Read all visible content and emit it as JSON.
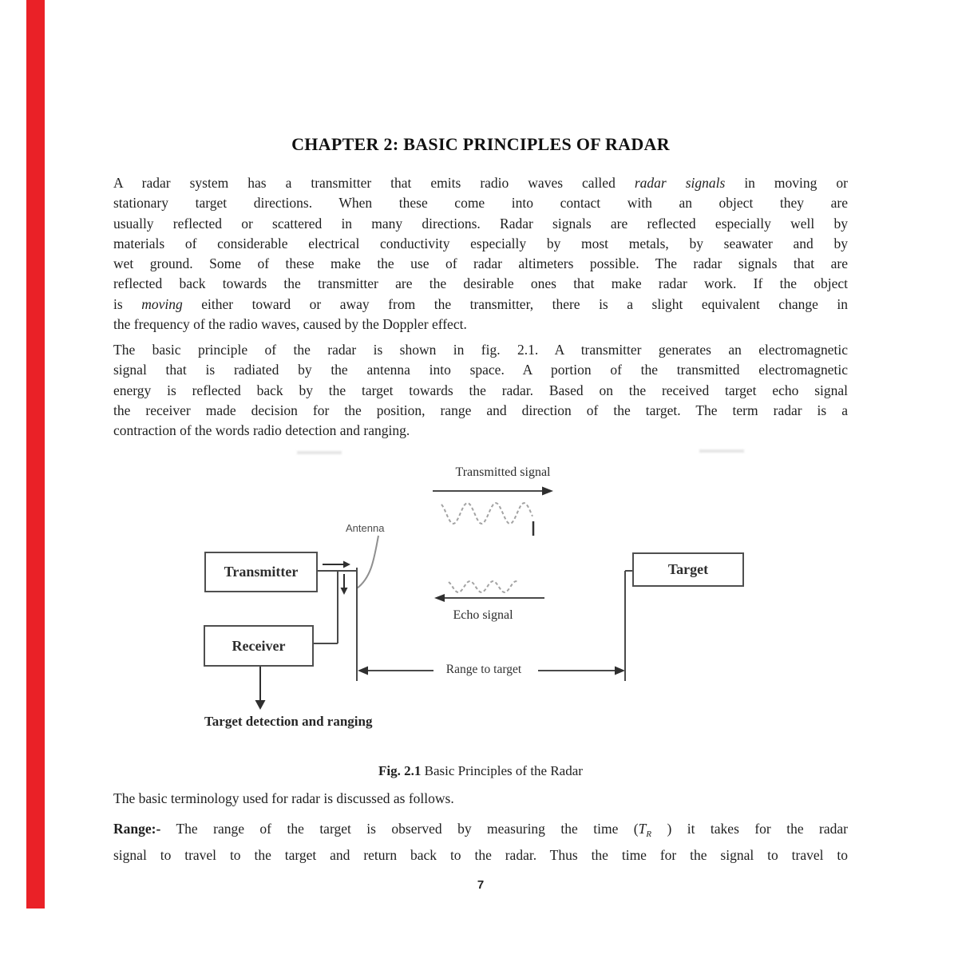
{
  "document": {
    "accent_bar_color": "#ea2127",
    "title": "CHAPTER 2: BASIC PRINCIPLES OF RADAR",
    "page_number": "7",
    "body": {
      "p1": [
        {
          "a": "j",
          "r": [
            {
              "t": "A radar system has a transmitter that emits radio waves called "
            },
            {
              "t": "radar signals",
              "s": "i"
            },
            {
              "t": " in moving or"
            }
          ]
        },
        {
          "a": "j",
          "r": [
            {
              "t": "stationary target directions. When these come into contact with an object they are"
            }
          ]
        },
        {
          "a": "j",
          "r": [
            {
              "t": "usually reflected or scattered in many directions. Radar signals are reflected especially well by"
            }
          ]
        },
        {
          "a": "j",
          "r": [
            {
              "t": "materials of considerable electrical conductivity especially by most metals, by seawater and by"
            }
          ]
        },
        {
          "a": "j",
          "r": [
            {
              "t": "wet ground. Some of these make the use of radar altimeters possible. The radar signals that are"
            }
          ]
        },
        {
          "a": "j",
          "r": [
            {
              "t": "reflected back towards the transmitter are the desirable ones that make radar work. If the object"
            }
          ]
        },
        {
          "a": "j",
          "r": [
            {
              "t": "is "
            },
            {
              "t": "moving",
              "s": "i"
            },
            {
              "t": " either toward or away from the transmitter, there is a slight equivalent change in"
            }
          ]
        },
        {
          "a": "l",
          "r": [
            {
              "t": "the frequency of the radio waves, caused by the Doppler effect."
            }
          ]
        }
      ],
      "p2": [
        {
          "a": "j",
          "r": [
            {
              "t": "The basic principle of the radar is shown in fig. 2.1. A transmitter generates an electromagnetic"
            }
          ]
        },
        {
          "a": "j",
          "r": [
            {
              "t": "signal that is radiated by the antenna into space. A portion of the transmitted electromagnetic"
            }
          ]
        },
        {
          "a": "j",
          "r": [
            {
              "t": "energy is reflected back by the target towards the radar. Based on the received target echo signal"
            }
          ]
        },
        {
          "a": "j",
          "r": [
            {
              "t": "the receiver made decision for the position, range and direction of the target.  The term radar is a"
            }
          ]
        },
        {
          "a": "l",
          "r": [
            {
              "t": "contraction of the words radio detection and ranging."
            }
          ]
        }
      ],
      "terminology": "The basic terminology used for radar is discussed as follows.",
      "range_def": [
        {
          "a": "j",
          "r": [
            {
              "t": "Range:-",
              "s": "b"
            },
            {
              "t": "   The range of the target is observed by measuring the time ("
            },
            {
              "t": "T",
              "s": "i"
            },
            {
              "t": "R",
              "s": "sub"
            },
            {
              "t": " ) it takes for the radar"
            }
          ]
        },
        {
          "a": "j",
          "r": [
            {
              "t": "signal to travel to the target and return back to the radar.  Thus the time for the signal to travel to"
            }
          ]
        }
      ]
    },
    "figure": {
      "caption": [
        {
          "t": "Fig. 2.1",
          "s": "b"
        },
        {
          "t": " Basic Principles of the Radar"
        }
      ],
      "labels": {
        "transmitted_signal": "Transmitted signal",
        "antenna": "Antenna",
        "transmitter": "Transmitter",
        "target": "Target",
        "echo_signal": "Echo signal",
        "receiver": "Receiver",
        "range_to_target": "Range to target",
        "output": "Target detection and ranging"
      }
    }
  }
}
